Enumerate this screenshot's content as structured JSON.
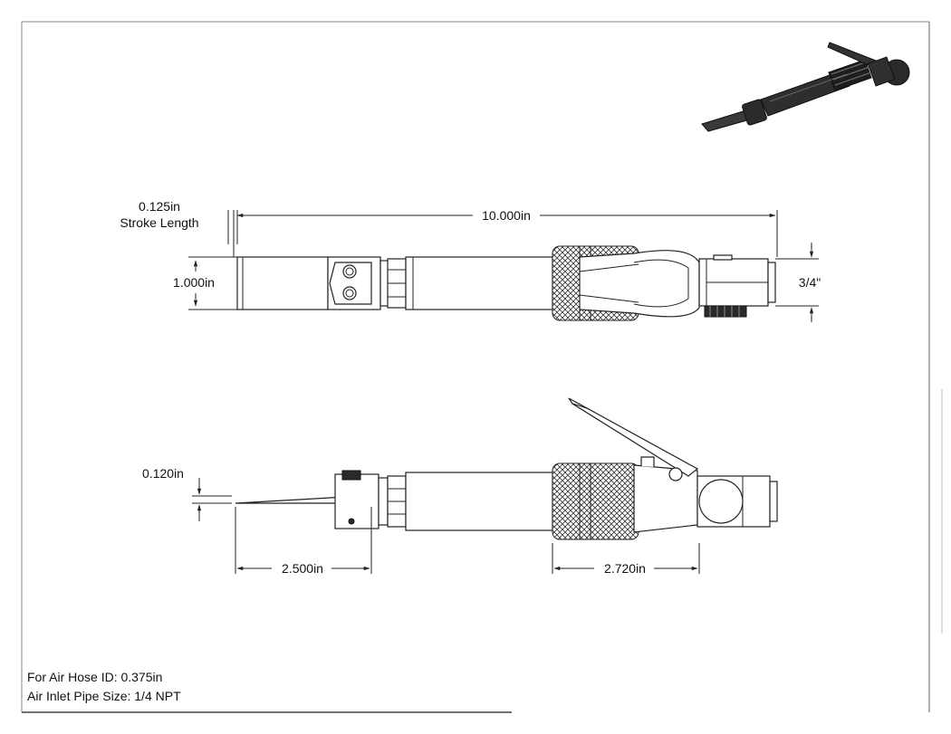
{
  "dimensions": {
    "stroke_value": "0.125in",
    "stroke_label": "Stroke Length",
    "overall_length": "10.000in",
    "top_height": "1.000in",
    "inlet_size": "3/4\"",
    "blade_thickness": "0.120in",
    "blade_length": "2.500in",
    "handle_length": "2.720in"
  },
  "notes": {
    "air_hose": "For Air Hose ID: 0.375in",
    "inlet_pipe": "Air Inlet Pipe Size: 1/4 NPT"
  },
  "icons": {
    "iso_view": "air-chisel-isometric-icon",
    "top_view": "air-chisel-top-view-icon",
    "side_view": "air-chisel-side-view-icon"
  }
}
